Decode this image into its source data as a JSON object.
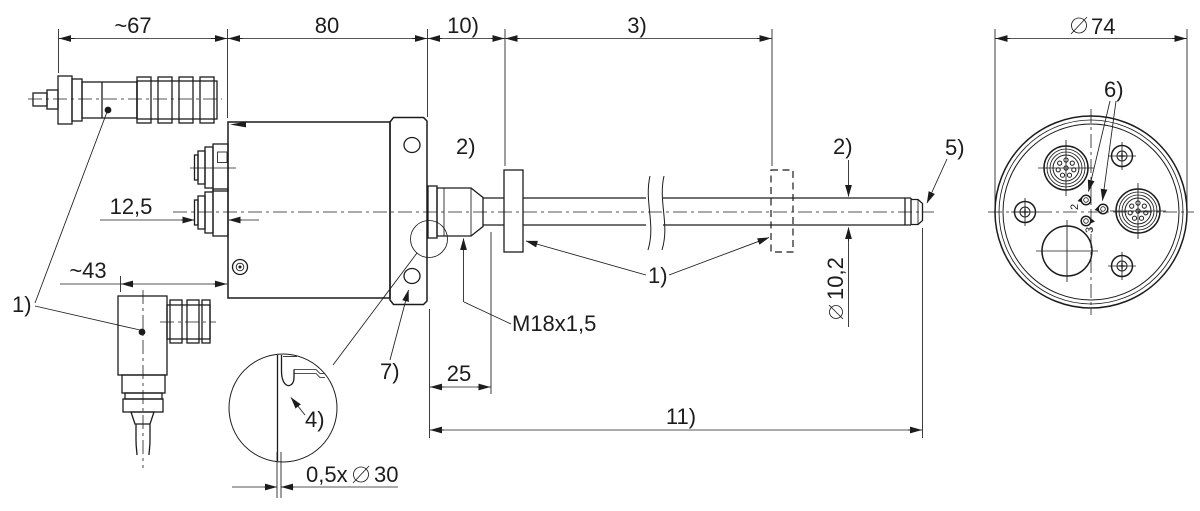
{
  "drawing": {
    "kind": "technical-dimension-drawing",
    "line_color": "#1c1c1c",
    "background_color": "#ffffff"
  },
  "dims": {
    "cable_connector_length": "~67",
    "housing_length": "80",
    "null_zone": "10)",
    "measuring_length": "3)",
    "flange_diameter": "74",
    "connector_stub_length": "12,5",
    "angle_connector_length": "~43",
    "thread_length": "25",
    "rod_length_total": "11)",
    "chamfer_prefix": "0,5x",
    "chamfer_diameter": "30",
    "rod_diameter": "10,2",
    "thread_spec": "M18x1,5"
  },
  "labels": {
    "connectors_note": "1)",
    "magnets_note": "1)",
    "magnet_note_left": "2)",
    "magnet_note_right": "2)",
    "detail_note": "4)",
    "rod_end_note": "5)",
    "ports_note": "6)",
    "mount_hole_note": "7)",
    "port_2": "2",
    "port_3": "3"
  }
}
